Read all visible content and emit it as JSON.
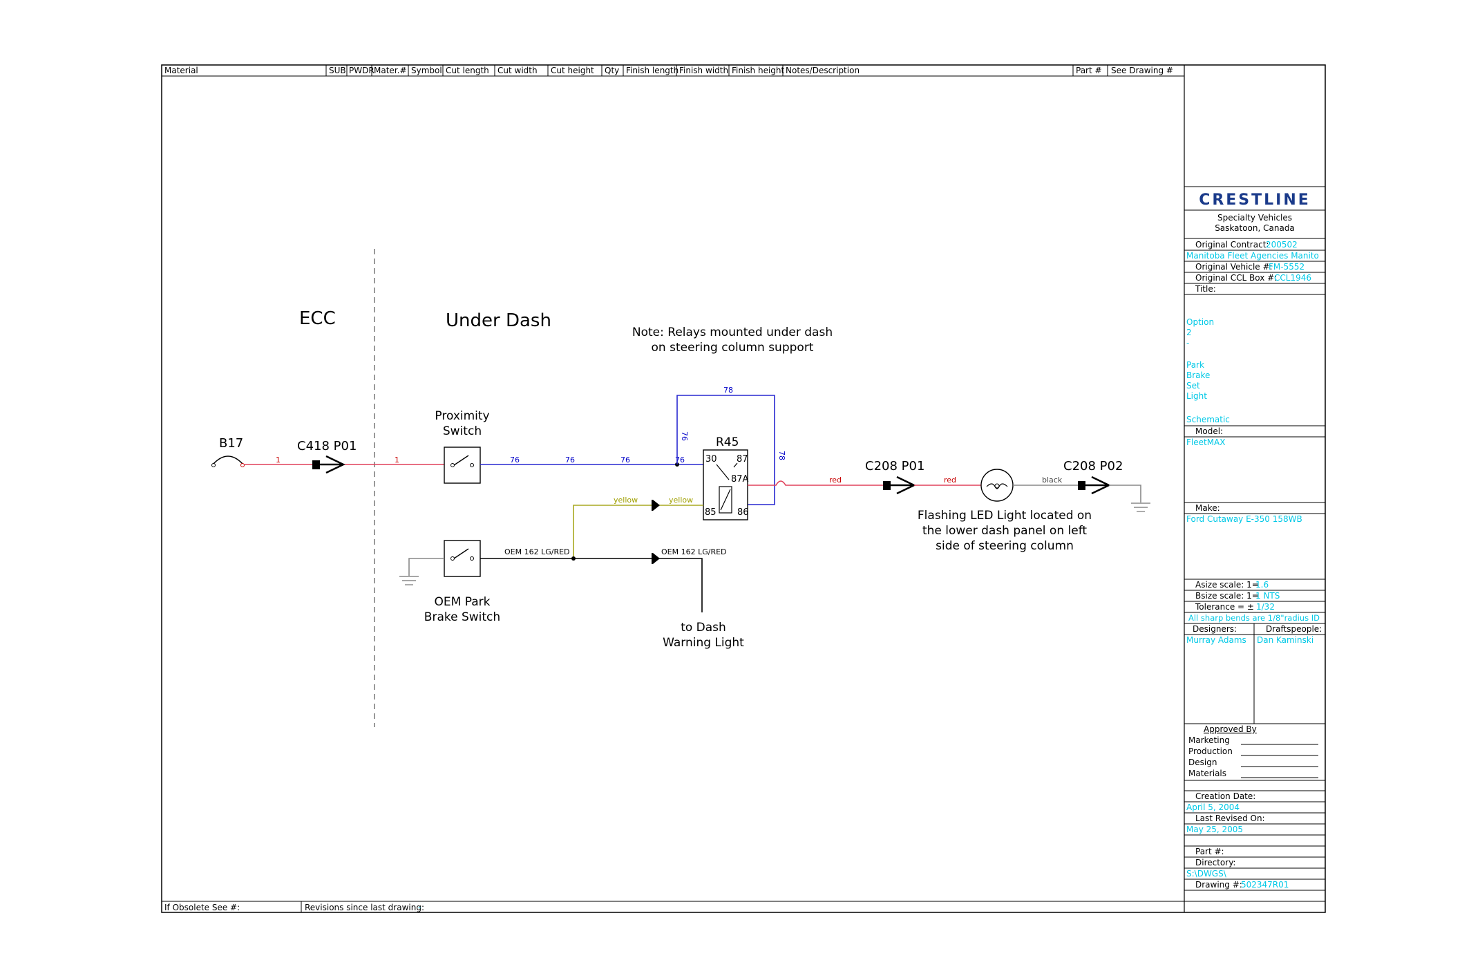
{
  "header": {
    "columns": [
      "Material",
      "SUB",
      "PWDR",
      "Mater.#",
      "Symbol",
      "Cut length",
      "Cut width",
      "Cut height",
      "Qty",
      "Finish length",
      "Finish width",
      "Finish height",
      "Notes/Description",
      "Part #",
      "See Drawing #"
    ]
  },
  "footer": {
    "obsolete_label": "If Obsolete See #:",
    "revisions_label": "Revisions since last drawing:",
    "revisions_value": "-"
  },
  "diagram": {
    "zone_ecc": "ECC",
    "zone_under_dash": "Under Dash",
    "note_line1": "Note: Relays mounted under dash",
    "note_line2": "on steering column support",
    "b17": "B17",
    "c418": "C418 P01",
    "prox_line1": "Proximity",
    "prox_line2": "Switch",
    "relay": "R45",
    "relay_pin30": "30",
    "relay_pin87": "87",
    "relay_pin87a": "87A",
    "relay_pin85": "85",
    "relay_pin86": "86",
    "c208_p01": "C208 P01",
    "c208_p02": "C208 P02",
    "led_line1": "Flashing LED Light located on",
    "led_line2": "the lower dash panel on left",
    "led_line3": "side of steering column",
    "park_line1": "OEM Park",
    "park_line2": "Brake Switch",
    "dash_line1": "to Dash",
    "dash_line2": "Warning Light",
    "wire_1": "1",
    "wire_76": "76",
    "wire_78": "78",
    "wire_red": "red",
    "wire_black": "black",
    "wire_yellow": "yellow",
    "wire_oem": "OEM 162 LG/RED"
  },
  "title_block": {
    "company": "CRESTLINE",
    "sub1": "Specialty Vehicles",
    "sub2": "Saskatoon, Canada",
    "orig_contract_label": "Original Contract:",
    "orig_contract_value": "200502",
    "customer": "Manitoba Fleet Agencies Manito",
    "orig_vehicle_label": "Original Vehicle #:",
    "orig_vehicle_value": "FM-5552",
    "orig_ccl_label": "Original CCL Box #:",
    "orig_ccl_value": "CCL1946",
    "title_label": "Title:",
    "title_lines": [
      "Option",
      "2",
      "-",
      "",
      "Park",
      "Brake",
      "Set",
      "Light",
      "",
      "Schematic"
    ],
    "model_label": "Model:",
    "model_value": "FleetMAX",
    "make_label": "Make:",
    "make_value": "Ford Cutaway E-350 158WB",
    "asize_label": "Asize scale:  1=",
    "asize_value": "1.6",
    "bsize_label": "Bsize scale:  1=",
    "bsize_value": "1  NTS",
    "tol_label": "Tolerance = ±",
    "tol_value": "1/32",
    "bends": "All sharp bends are 1/8\"radius ID",
    "designers_label": "Designers:",
    "designers_value": "Murray Adams",
    "drafts_label": "Draftspeople:",
    "drafts_value": "Dan Kaminski",
    "approved_label": "Approved By",
    "approvers": [
      "Marketing",
      "Production",
      "Design",
      "Materials"
    ],
    "creation_label": "Creation Date:",
    "creation_value": "April 5, 2004",
    "revised_label": "Last Revised On:",
    "revised_value": "May 25, 2005",
    "part_label": "Part #:",
    "dir_label": "Directory:",
    "dir_value": "S:\\DWGS\\",
    "drawing_label": "Drawing #:",
    "drawing_value": "502347R01"
  },
  "colors": {
    "red_wire": "#e0405a",
    "blue_wire": "#2828d0",
    "yellow_wire": "#a8a820",
    "cyan_text": "#00c8e6"
  }
}
